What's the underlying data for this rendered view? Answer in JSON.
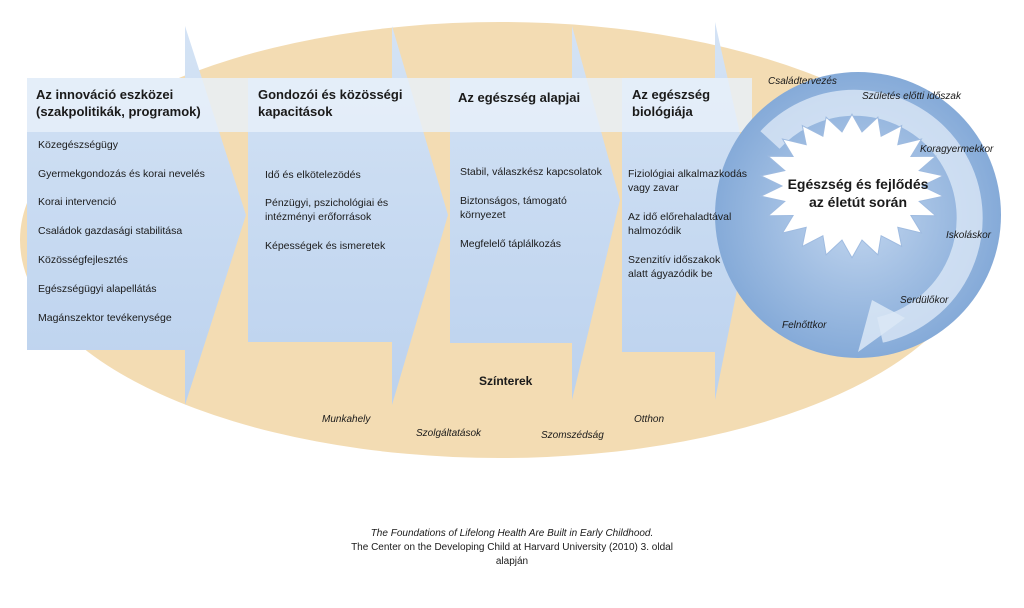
{
  "columns": [
    {
      "header": [
        "Az innováció eszközei",
        "(szakpolitikák, programok)"
      ],
      "items": [
        "Közegészségügy",
        "Gyermekgondozás és korai nevelés",
        "Korai intervenció",
        "Családok gazdasági stabilitása",
        "Közösségfejlesztés",
        "Egészségügyi alapellátás",
        "Magánszektor tevékenysége"
      ]
    },
    {
      "header": [
        "Gondozói és közösségi",
        "kapacitások"
      ],
      "items": [
        "Idő és elkötelezödés",
        "Pénzügyi, pszichológiai és",
        "intézményi erőforrások",
        "Képességek és ismeretek"
      ]
    },
    {
      "header": [
        "Az egészség alapjai"
      ],
      "items": [
        "Stabil, válaszkész kapcsolatok",
        "Biztonságos, támogató",
        "környezet",
        "Megfelelő táplálkozás"
      ]
    },
    {
      "header": [
        "Az egészség",
        "biológiája"
      ],
      "items": [
        "Fiziológiai alkalmazkodás",
        "vagy zavar",
        "Az idő előrehaladtával",
        "halmozódik",
        "Szenzitív időszakok",
        "alatt ágyazódik be"
      ]
    }
  ],
  "center": [
    "Egészség és fejlődés",
    "az életút során"
  ],
  "life_stages": [
    "Családtervezés",
    "Születés előtti időszak",
    "Koragyermekkor",
    "Iskoláskor",
    "Serdülőkor",
    "Felnőttkor"
  ],
  "settings_title": "Színterek",
  "settings": [
    "Munkahely",
    "Szolgáltatások",
    "Szomszédság",
    "Otthon"
  ],
  "caption": {
    "line1": "The Foundations of Lifelong Health Are Built in Early Childhood.",
    "line2": "The Center on the Developing Child at Harvard  University (2010) 3. oldal",
    "line3": "alapján"
  },
  "colors": {
    "ellipse": "#f3dcb3",
    "arrow": "#c9dbf2",
    "header_band": "#e8f0fa",
    "circle": "#8eb1dc",
    "star": "#ffffff"
  }
}
